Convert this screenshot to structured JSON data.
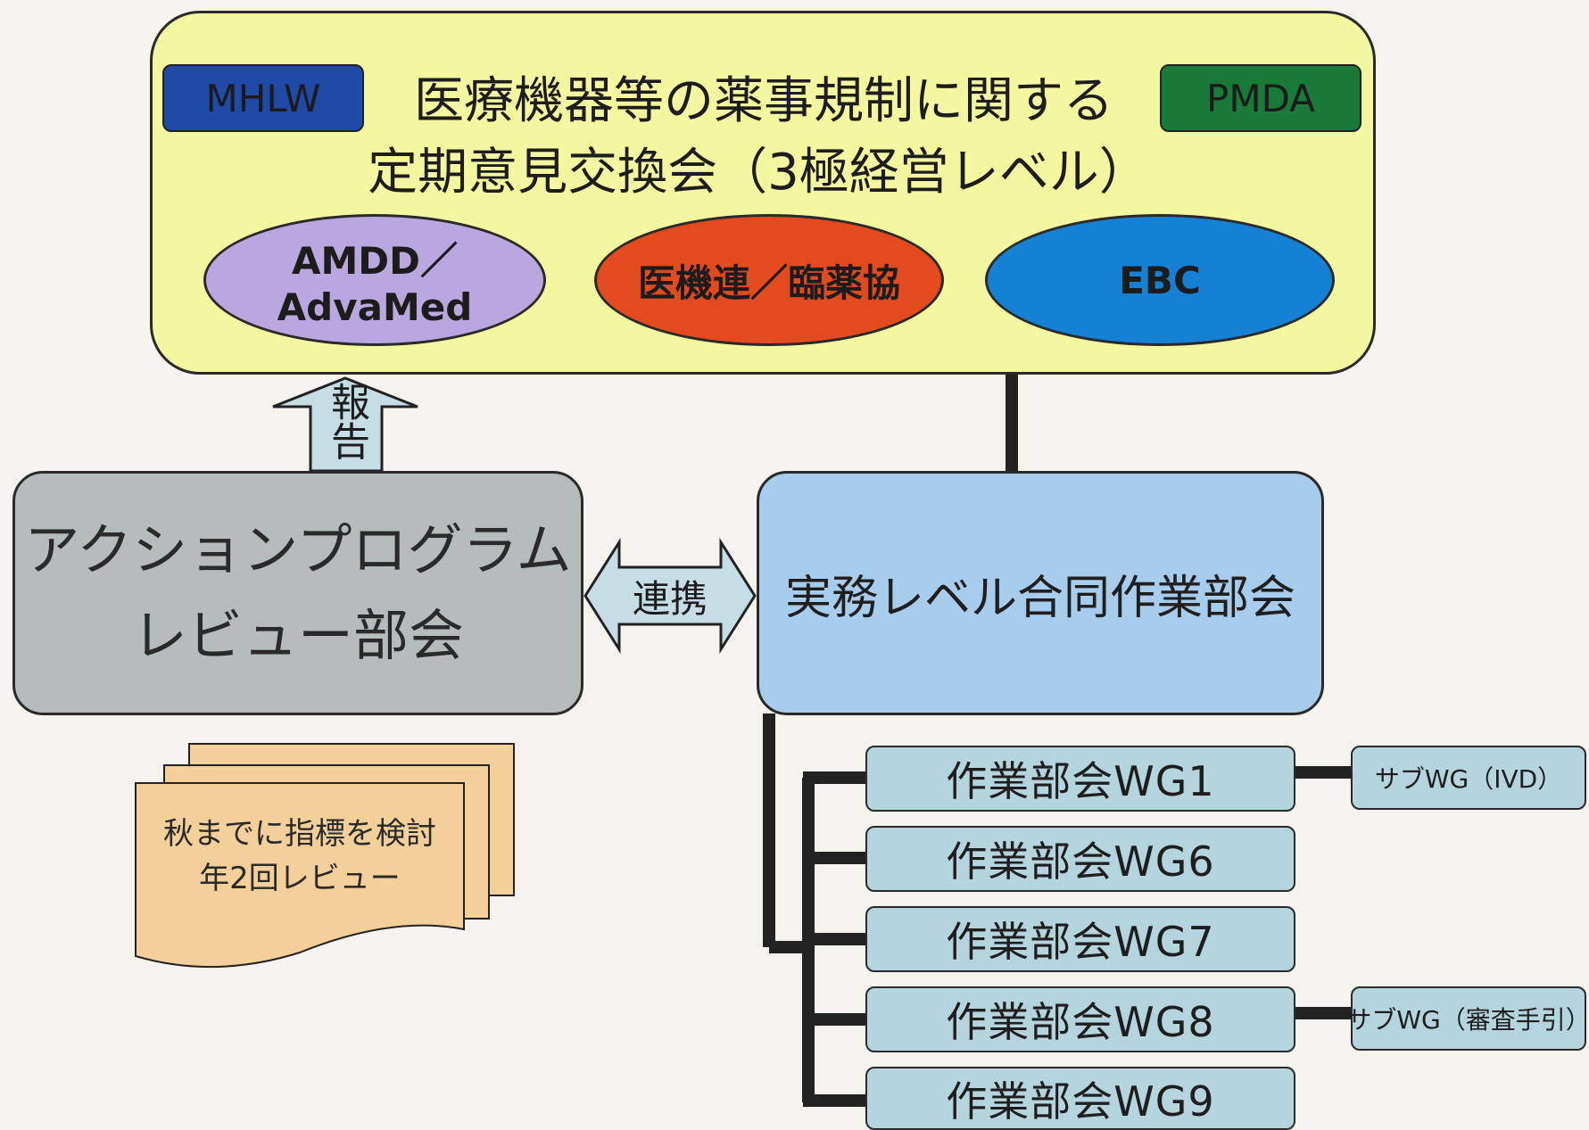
{
  "top": {
    "tag_left": "MHLW",
    "tag_right": "PMDA",
    "title_line1": "医療機器等の薬事規制に関する",
    "title_line2": "定期意見交換会（3極経営レベル）",
    "groups": [
      "AMDD／AdvaMed",
      "医機連／臨薬協",
      "EBC"
    ]
  },
  "report_label": "報告",
  "review_committee": {
    "line1": "アクションプログラム",
    "line2": "レビュー部会"
  },
  "link_label": "連携",
  "joint_committee": "実務レベル合同作業部会",
  "working_groups": [
    "作業部会WG1",
    "作業部会WG6",
    "作業部会WG7",
    "作業部会WG8",
    "作業部会WG9"
  ],
  "sub_groups": [
    "サブWG（IVD）",
    "サブWG（審査手引）"
  ],
  "note": {
    "line1": "秋までに指標を検討",
    "line2": "年2回レビュー"
  },
  "colors": {
    "top_box": "#f3f7a0",
    "mhlw": "#1f4aa8",
    "pmda": "#1a7a3a",
    "amdd": "#b9a8df",
    "ikiren": "#e34a1e",
    "ebc": "#1581d5",
    "review_box": "#b6bbbb",
    "joint_box": "#a8ccec",
    "wg_box": "#b4d4de",
    "note": "#f3cf9a"
  }
}
